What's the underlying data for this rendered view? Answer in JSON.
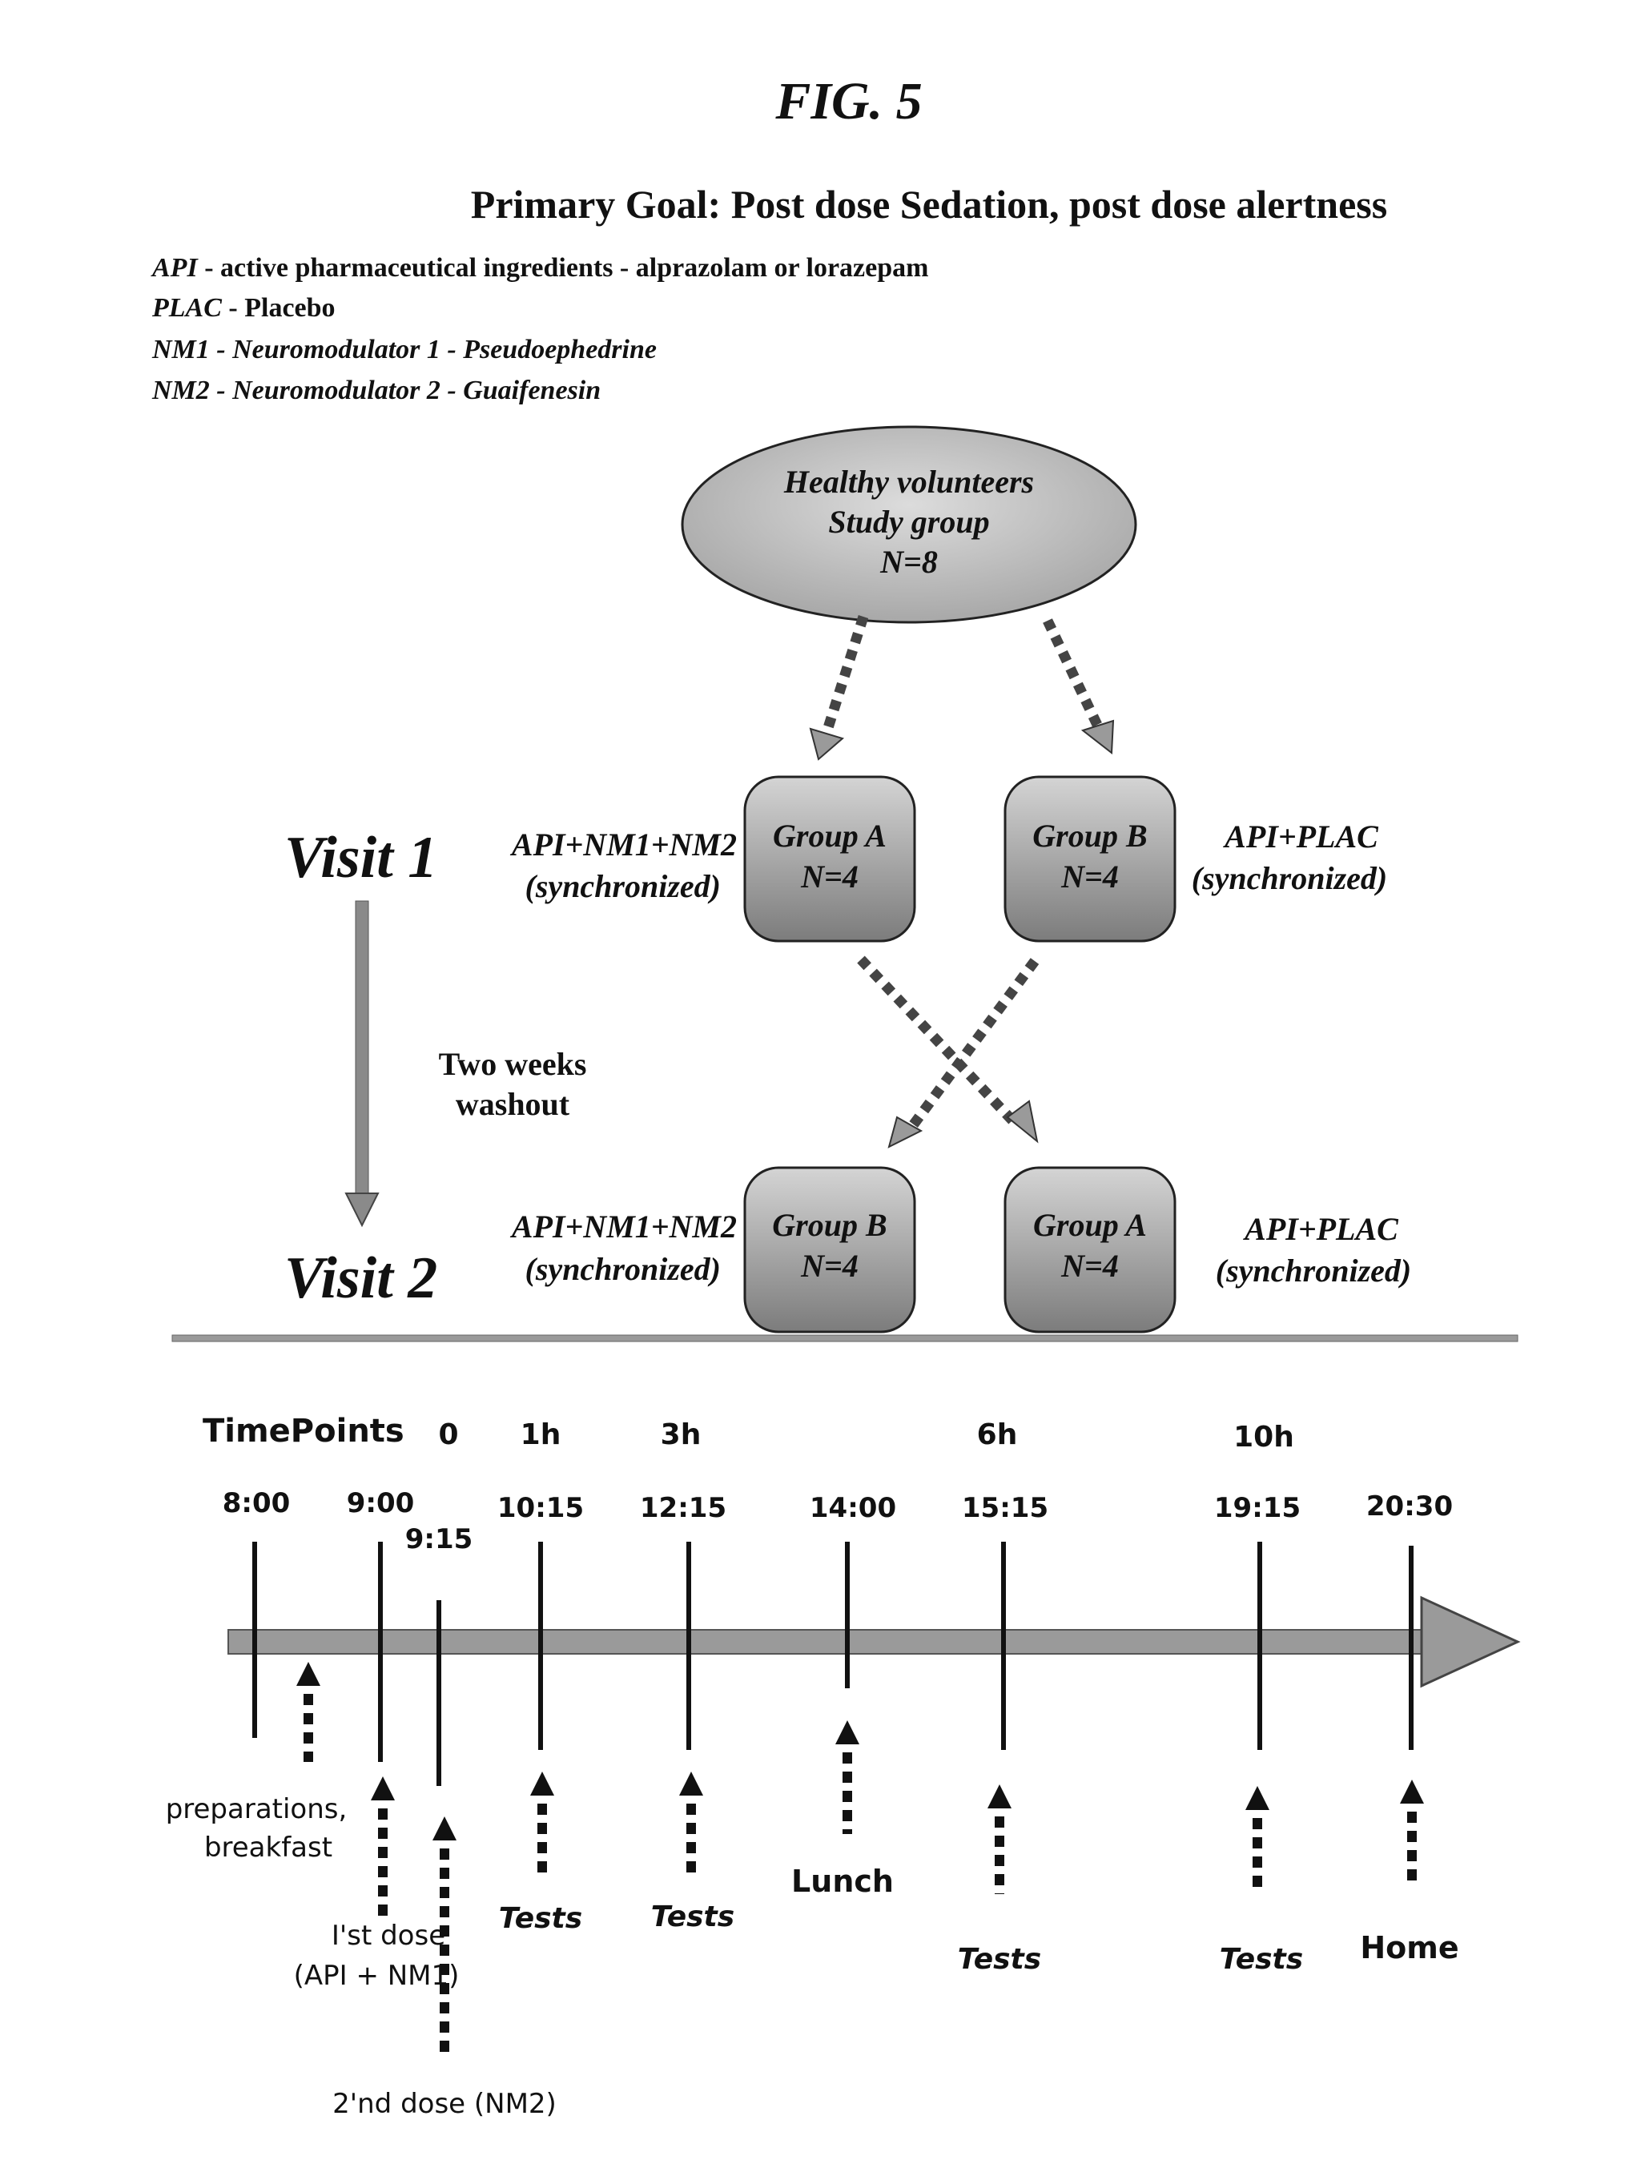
{
  "figure_label": "FIG. 5",
  "primary_goal": "Primary Goal: Post dose Sedation, post dose alertness",
  "legend": [
    {
      "abbr": "API",
      "text": " - active pharmaceutical ingredients - alprazolam or lorazepam"
    },
    {
      "abbr": "PLAC",
      "text": " - Placebo"
    },
    {
      "abbr": "NM1",
      "text": " - Neuromodulator 1 - Pseudoephedrine"
    },
    {
      "abbr": "NM2",
      "text": " - Neuromodulator 2 - Guaifenesin"
    }
  ],
  "study_group": {
    "line1": "Healthy volunteers",
    "line2": "Study group",
    "line3": "N=8"
  },
  "visit1": {
    "label": "Visit 1",
    "left_box": {
      "title": "Group A",
      "n": "N=4"
    },
    "right_box": {
      "title": "Group B",
      "n": "N=4"
    },
    "left_treatment": {
      "line1": "API+NM1+NM2",
      "line2": "(synchronized)"
    },
    "right_treatment": {
      "line1": "API+PLAC",
      "line2": "(synchronized)"
    }
  },
  "washout": {
    "line1": "Two weeks",
    "line2": "washout"
  },
  "visit2": {
    "label": "Visit 2",
    "left_box": {
      "title": "Group B",
      "n": "N=4"
    },
    "right_box": {
      "title": "Group A",
      "n": "N=4"
    },
    "left_treatment": {
      "line1": "API+NM1+NM2",
      "line2": "(synchronized)"
    },
    "right_treatment": {
      "line1": "API+PLAC",
      "line2": "(synchronized)"
    }
  },
  "timeline": {
    "header": "TimePoints",
    "marks": [
      {
        "offset": "0",
        "time": "9:15"
      },
      {
        "offset": "1h",
        "time": "10:15"
      },
      {
        "offset": "3h",
        "time": "12:15"
      },
      {
        "offset": "6h",
        "time": "15:15"
      },
      {
        "offset": "10h",
        "time": "19:15"
      }
    ],
    "times": [
      "8:00",
      "9:00",
      "14:00",
      "20:30"
    ],
    "events": {
      "prep": {
        "line1": "preparations,",
        "line2": "breakfast"
      },
      "first_dose": {
        "line1": "I'st dose",
        "line2": "(API + NM1)"
      },
      "second_dose": "2'nd dose (NM2)",
      "tests": "Tests",
      "lunch": "Lunch",
      "home": "Home"
    }
  },
  "colors": {
    "ink": "#111111",
    "box_fill": "#8f8f8f",
    "ellipse_fill": "#c4c4c4",
    "arrow_fill": "#9a9a9a"
  }
}
